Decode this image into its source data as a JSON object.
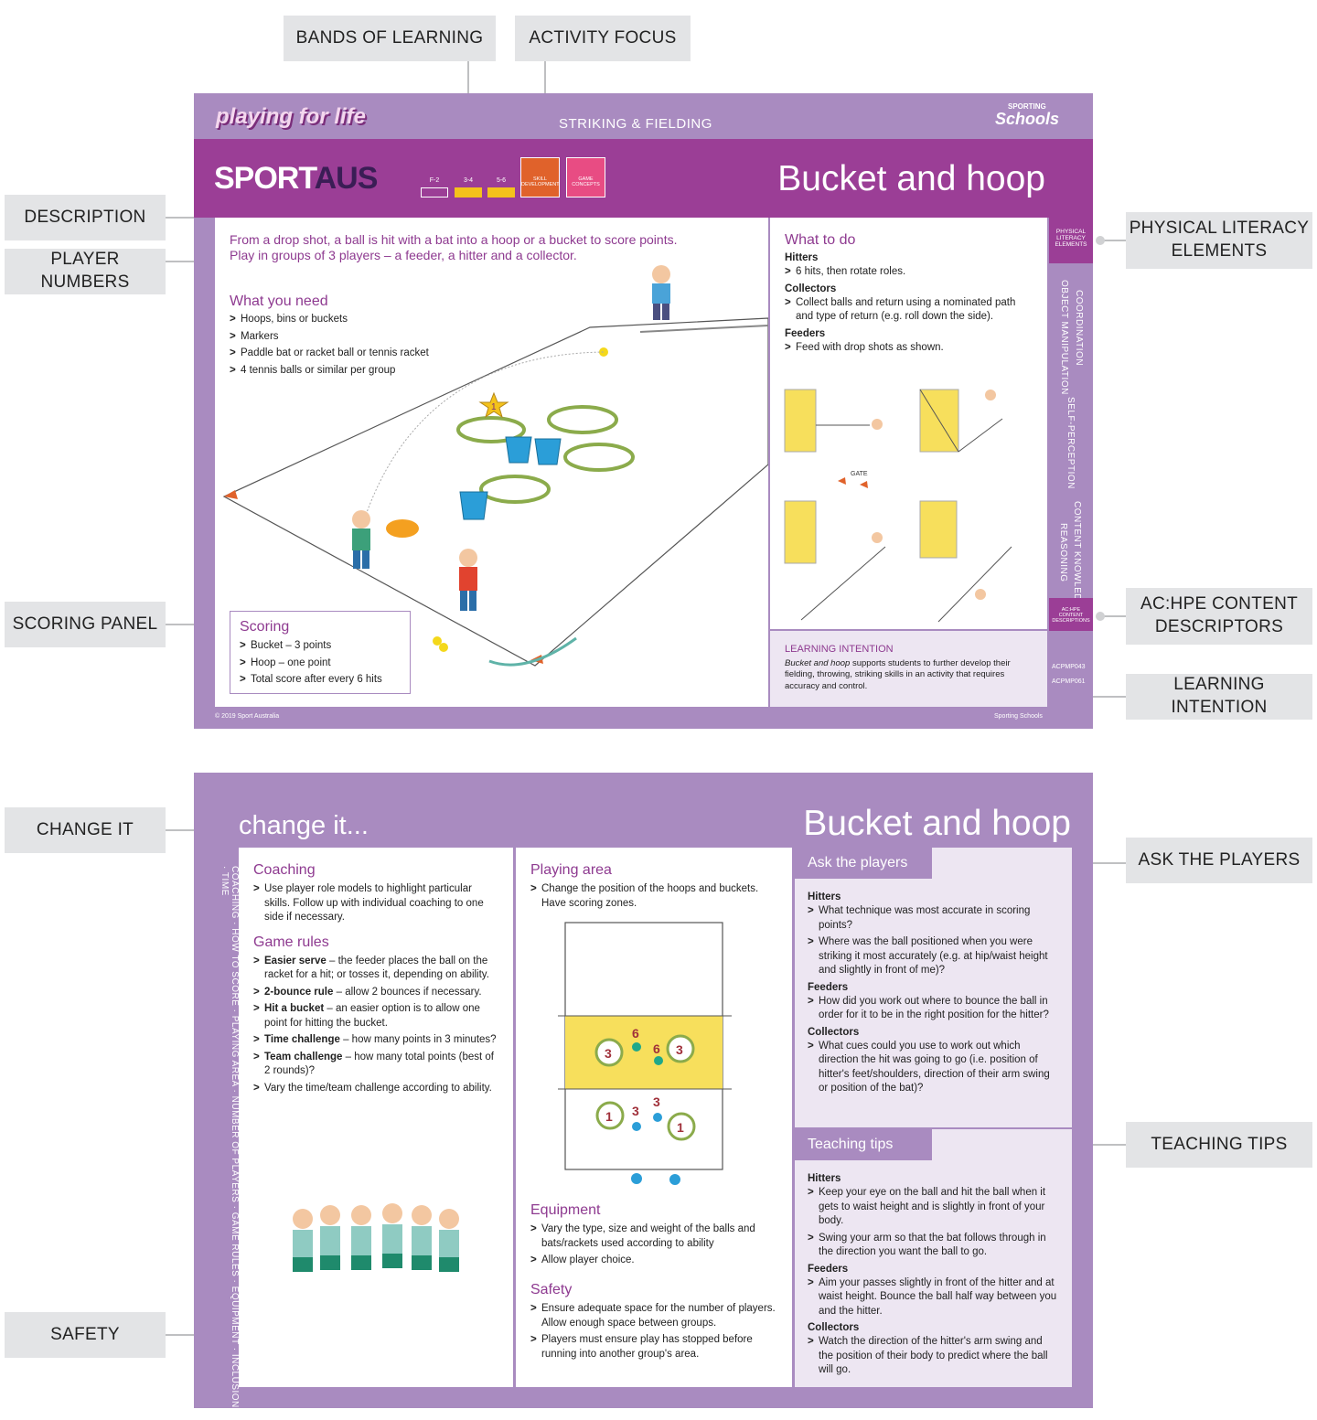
{
  "callouts": {
    "bands": "BANDS OF LEARNING",
    "focus": "ACTIVITY FOCUS",
    "description": "DESCRIPTION",
    "player_numbers": "PLAYER NUMBERS",
    "physical_literacy": "PHYSICAL LITERACY\nELEMENTS",
    "scoring_panel": "SCORING PANEL",
    "achpe": "AC:HPE CONTENT\nDESCRIPTORS",
    "learning_intention": "LEARNING INTENTION",
    "change_it": "CHANGE IT",
    "ask_players": "ASK THE PLAYERS",
    "teaching_tips": "TEACHING TIPS",
    "safety": "SAFETY"
  },
  "card1": {
    "brand": "playing for life",
    "category": "STRIKING & FIELDING",
    "sporting_schools": "Schools",
    "sporting_small": "SPORTING",
    "sportaus_a": "SPORT",
    "sportaus_b": "AUS",
    "bands": [
      "F-2",
      "3-4",
      "5-6"
    ],
    "focus": [
      "SKILL DEVELOPMENT",
      "GAME CONCEPTS"
    ],
    "title": "Bucket and hoop",
    "description": "From a drop shot, a ball is hit with a bat into a hoop or a bucket to score points.",
    "players": "Play in groups of 3 players – a feeder, a hitter and a collector.",
    "need_title": "What you need",
    "need": [
      "Hoops, bins or buckets",
      "Markers",
      "Paddle bat or racket ball or tennis racket",
      "4 tennis balls or similar per group"
    ],
    "scoring_title": "Scoring",
    "scoring": [
      "Bucket – 3 points",
      "Hoop – one point",
      "Total score after every 6 hits"
    ],
    "todo_title": "What to do",
    "hitters_label": "Hitters",
    "hitters": [
      "6 hits, then rotate roles."
    ],
    "collectors_label": "Collectors",
    "collectors": [
      "Collect balls and return using a nominated path and type of return (e.g. roll down the side)."
    ],
    "feeders_label": "Feeders",
    "feeders": [
      "Feed with drop shots as shown."
    ],
    "gate": "GATE",
    "star": "1",
    "li_title": "LEARNING INTENTION",
    "li_em": "Bucket and hoop",
    "li_text": " supports students to further develop their fielding, throwing, striking skills in an activity that requires accuracy and control.",
    "pl_header": "PHYSICAL LITERACY ELEMENTS",
    "pl_items": [
      "COORDINATION",
      "OBJECT MANIPULATION",
      "SELF-PERCEPTION",
      "CONTENT KNOWLEDGE",
      "REASONING"
    ],
    "achpe_header": "AC:HPE CONTENT DESCRIPTIONS",
    "codes": [
      "ACPMP043",
      "ACPMP061"
    ],
    "copyright": "© 2019 Sport Australia",
    "footer_right": "Sporting Schools"
  },
  "card2": {
    "change": "change it...",
    "title": "Bucket and hoop",
    "side": "COACHING · HOW TO SCORE · PLAYING AREA · NUMBER OF PLAYERS · GAME RULES · EQUIPMENT · INCLUSION · TIME",
    "coaching_title": "Coaching",
    "coaching": [
      "Use player role models to highlight particular skills. Follow up with individual coaching to one side if necessary."
    ],
    "rules_title": "Game rules",
    "rules": [
      {
        "b": "Easier serve",
        "t": " – the feeder places the ball on the racket for a hit; or tosses it, depending on ability."
      },
      {
        "b": "2-bounce rule",
        "t": " – allow 2 bounces if necessary."
      },
      {
        "b": "Hit a bucket",
        "t": " – an easier option is to allow one point for hitting the bucket."
      },
      {
        "b": "Time challenge",
        "t": " – how many points in 3 minutes?"
      },
      {
        "b": "Team challenge",
        "t": " – how many total points (best of 2 rounds)?"
      },
      {
        "b": "",
        "t": "Vary the time/team challenge according to ability."
      }
    ],
    "area_title": "Playing area",
    "area": [
      "Change the position of the hoops and buckets. Have scoring zones."
    ],
    "diagram_nums": {
      "a": "6",
      "b": "6",
      "c": "3",
      "d": "3",
      "e": "1",
      "f": "3",
      "g": "3",
      "h": "1"
    },
    "equip_title": "Equipment",
    "equip": [
      "Vary the type, size and weight of the balls and bats/rackets used according to ability",
      "Allow player choice."
    ],
    "safety_title": "Safety",
    "safety": [
      "Ensure adequate space for the number of players. Allow enough space between groups.",
      "Players must ensure play has stopped before running into another group's area."
    ],
    "ask_title": "Ask the players",
    "ask_hitters_label": "Hitters",
    "ask_hitters": [
      "What technique was most accurate in scoring points?",
      "Where was the ball positioned when you were striking it most accurately (e.g. at hip/waist height and slightly in front of me)?"
    ],
    "ask_feeders_label": "Feeders",
    "ask_feeders": [
      "How did you work out where to bounce the ball in order for it to be in the right position for the hitter?"
    ],
    "ask_collectors_label": "Collectors",
    "ask_collectors": [
      "What cues could you use to work out which direction the hit was going to go (i.e. position of hitter's feet/shoulders, direction of their arm swing or position of the bat)?"
    ],
    "tips_title": "Teaching tips",
    "tips_hitters_label": "Hitters",
    "tips_hitters": [
      "Keep your eye on the ball and hit the ball when it gets to waist height and is slightly in front of your body.",
      "Swing your arm so that the bat follows through in the direction you want the ball to go."
    ],
    "tips_feeders_label": "Feeders",
    "tips_feeders": [
      "Aim your passes slightly in front of the hitter and at waist height. Bounce the ball half way between you and the hitter."
    ],
    "tips_collectors_label": "Collectors",
    "tips_collectors": [
      "Watch the direction of the hitter's arm swing and the position of their body to predict where the ball will go."
    ]
  },
  "colors": {
    "purple": "#a98bc0",
    "deep": "#9b3e96",
    "accent": "#8e3a90",
    "orange": "#e0622b",
    "pink": "#e84c83",
    "yellow": "#f4c21b"
  }
}
